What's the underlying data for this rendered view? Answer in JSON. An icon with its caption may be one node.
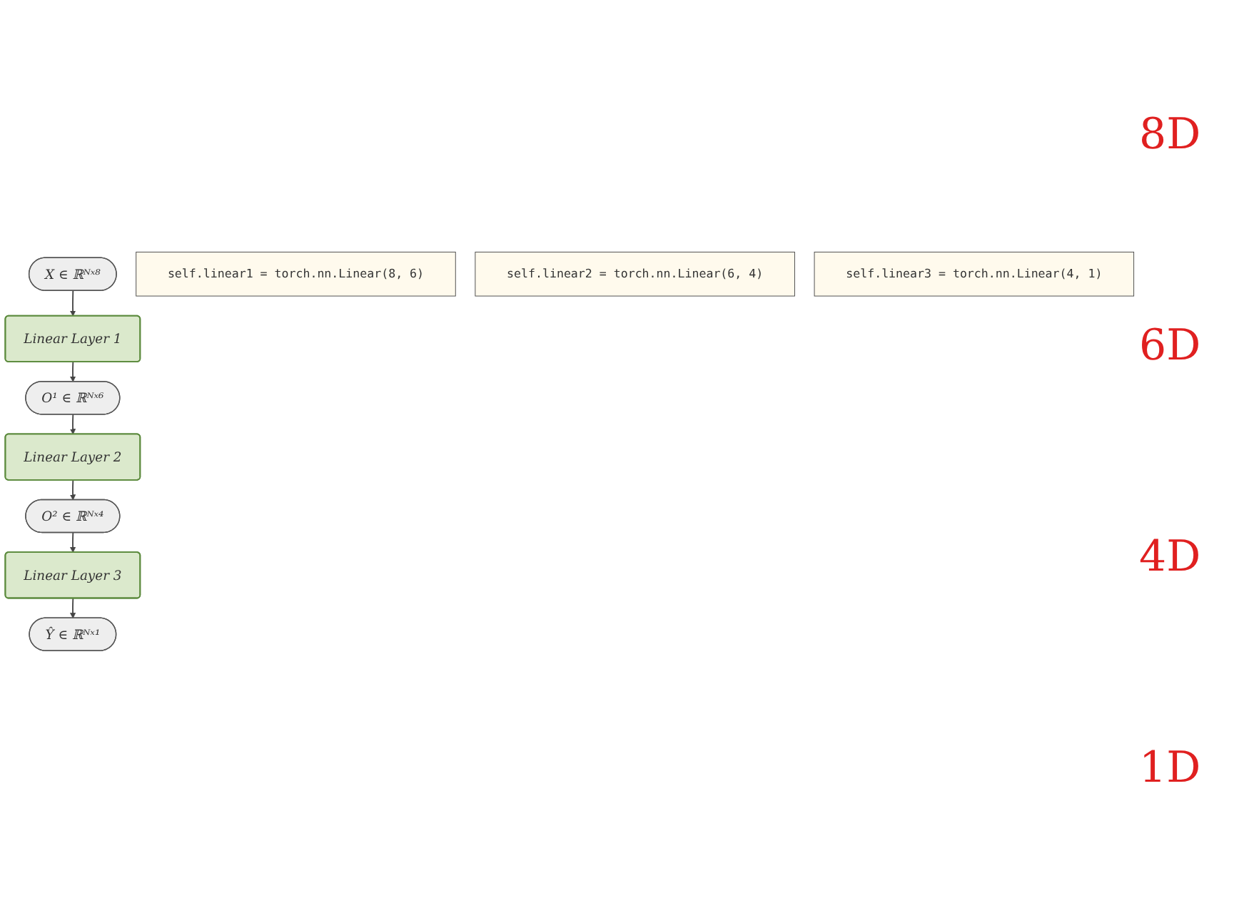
{
  "diagram": {
    "nodes": [
      {
        "text": [
          "X ∈ ℝᴺˣ⁸"
        ]
      },
      {
        "text": [
          "Linear Layer 1"
        ]
      },
      {
        "text": [
          "self.linear1 = torch.nn.Linear(8, 6)"
        ]
      },
      {
        "text": [
          "O¹ ∈ ℝᴺˣ⁶"
        ]
      },
      {
        "text": [
          "Linear Layer 2"
        ]
      },
      {
        "text": [
          "self.linear2 = torch.nn.Linear(6, 4)"
        ]
      },
      {
        "text": [
          "O² ∈ ℝᴺˣ⁴"
        ]
      },
      {
        "text": [
          "Linear Layer 3"
        ]
      },
      {
        "text": [
          "self.linear3 = torch.nn.Linear(4, 1)"
        ]
      },
      {
        "text": [
          "Ŷ ∈ ℝᴺˣ¹"
        ]
      }
    ],
    "edges": [
      {
        "from": 0,
        "to": 1,
        "arrow": "to"
      },
      {
        "from": 1,
        "to": 3,
        "arrow": "to"
      },
      {
        "from": 3,
        "to": 4,
        "arrow": "to"
      },
      {
        "from": 4,
        "to": 6,
        "arrow": "to"
      },
      {
        "from": 6,
        "to": 7,
        "arrow": "to"
      },
      {
        "from": 7,
        "to": 9,
        "arrow": "to"
      }
    ],
    "labels": [
      "8D",
      "6D",
      "4D",
      "1D"
    ]
  }
}
